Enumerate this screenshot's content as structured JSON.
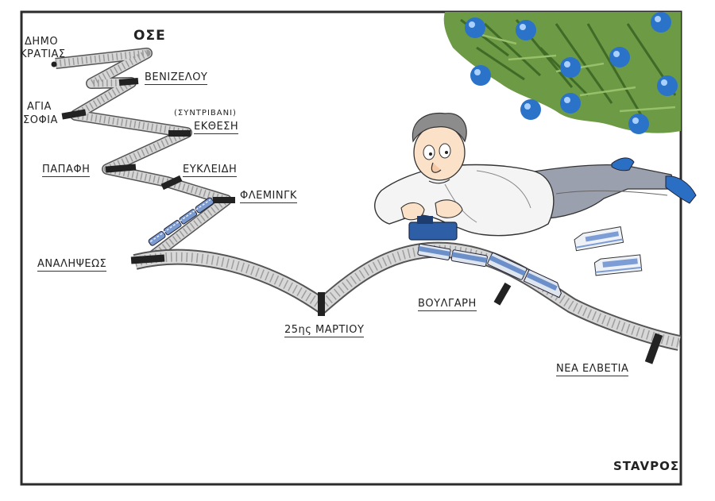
{
  "title": "ΟΣΕ",
  "stations": {
    "dimokratias_1": "ΔΗΜΟ",
    "dimokratias_2": "ΚΡΑΤΙΑΣ",
    "venizelou": "ΒΕΝΙΖΕΛΟΥ",
    "agia_sofia_1": "ΑΓΙΑ",
    "agia_sofia_2": "ΣΟΦΙΑ",
    "syntrivani": "(ΣΥΝΤΡΙΒΑΝΙ)",
    "ekthesi": "ΕΚΘΕΣΗ",
    "papafi": "ΠΑΠΑΦΗ",
    "efkleidi": "ΕΥΚΛΕΙΔΗ",
    "fleming": "ΦΛΕΜΙΝΓΚ",
    "analipseos": "ΑΝΑΛΗΨΕΩΣ",
    "martiou": "25ης ΜΑΡΤΙΟΥ",
    "voulgari": "ΒΟΥΛΓΑΡΗ",
    "nea_elvetia": "ΝΕΑ ΕΛΒΕΤΙΑ"
  },
  "signature": "STAVPOΣ",
  "colors": {
    "frame": "#2b2b2b",
    "track": "#bdbdbd",
    "tree": "#5c8a3a",
    "ornament": "#2a73c9",
    "shirt": "#f4f4f4",
    "trousers": "#9aa0ad",
    "train": "#6b8fc9"
  }
}
